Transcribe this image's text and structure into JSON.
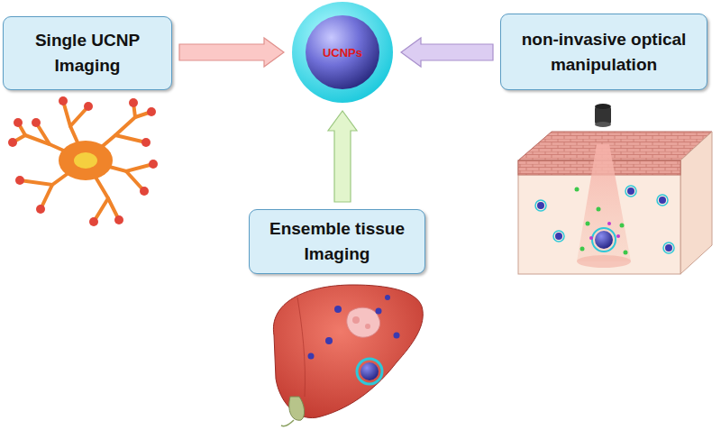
{
  "diagram": {
    "nodes": [
      {
        "text": [
          "Single UCNP Imaging"
        ]
      },
      {
        "text": [
          "UCNPs"
        ]
      },
      {
        "text": [
          "non-invasive optical manipulation"
        ]
      },
      {
        "text": [
          "Ensemble tissue Imaging"
        ]
      }
    ],
    "edges": [
      {
        "from": 0,
        "to": 1,
        "arrow": "to"
      },
      {
        "from": 2,
        "to": 1,
        "arrow": "to"
      },
      {
        "from": 3,
        "to": 1,
        "arrow": "to"
      }
    ]
  }
}
